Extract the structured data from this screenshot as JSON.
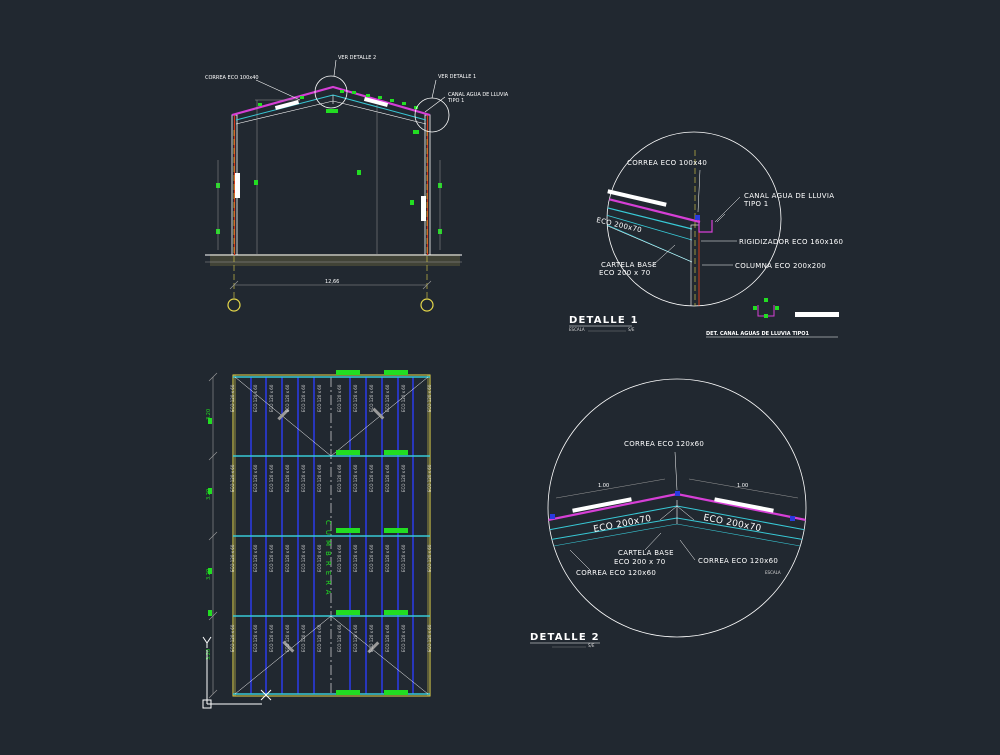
{
  "colors": {
    "background": "#212830",
    "line": "#ffffff",
    "yellow": "#e6d84a",
    "magenta": "#d63fd6",
    "cyan": "#38c9d6",
    "green": "#22dd22",
    "blue": "#2a3adf",
    "red": "#d43a1a",
    "gray": "#9a9a9a"
  },
  "elevation": {
    "callout_detail2": "VER DETALLE 2",
    "callout_detail1": "VER DETALLE 1",
    "label_purlin": "CORREA ECO 100x40",
    "label_gutter_l1": "CANAL AGUA DE LLUVIA",
    "label_gutter_l2": "TIPO 1",
    "dimension": "12,66"
  },
  "detail1": {
    "correa": "CORREA ECO 100x40",
    "canal_l1": "CANAL AGUA DE LLUVIA",
    "canal_l2": "TIPO 1",
    "eco": "ECO 200x70",
    "rigidizador": "RIGIDIZADOR ECO 160x160",
    "cartela_l1": "CARTELA BASE",
    "cartela_l2": "ECO 200 x 70",
    "columna": "COLUMNA ECO 200x200",
    "title": "DETALLE 1",
    "scale": "ESCALA",
    "scale_value": "S/E",
    "canal_caption": "DET. CANAL AGUAS DE LLUVIA TIPO1"
  },
  "detail2": {
    "correa_top": "CORREA ECO 120x60",
    "dim_left": "1.00",
    "dim_right": "1.00",
    "eco_left": "ECO 200x70",
    "eco_right": "ECO 200x70",
    "cartela_l1": "CARTELA BASE",
    "cartela_l2": "ECO 200 x 70",
    "correa_left": "CORREA ECO 120x60",
    "correa_right": "CORREA ECO 120x60",
    "scale": "ESCALA",
    "title": "DETALLE 2",
    "scale_value": "S/E"
  },
  "plan": {
    "ridge": "CUMBRERA",
    "bay_dims": [
      "3.20",
      "3.20",
      "3.20",
      "3.20"
    ],
    "purlin_label": "ECO 120 x 60"
  }
}
